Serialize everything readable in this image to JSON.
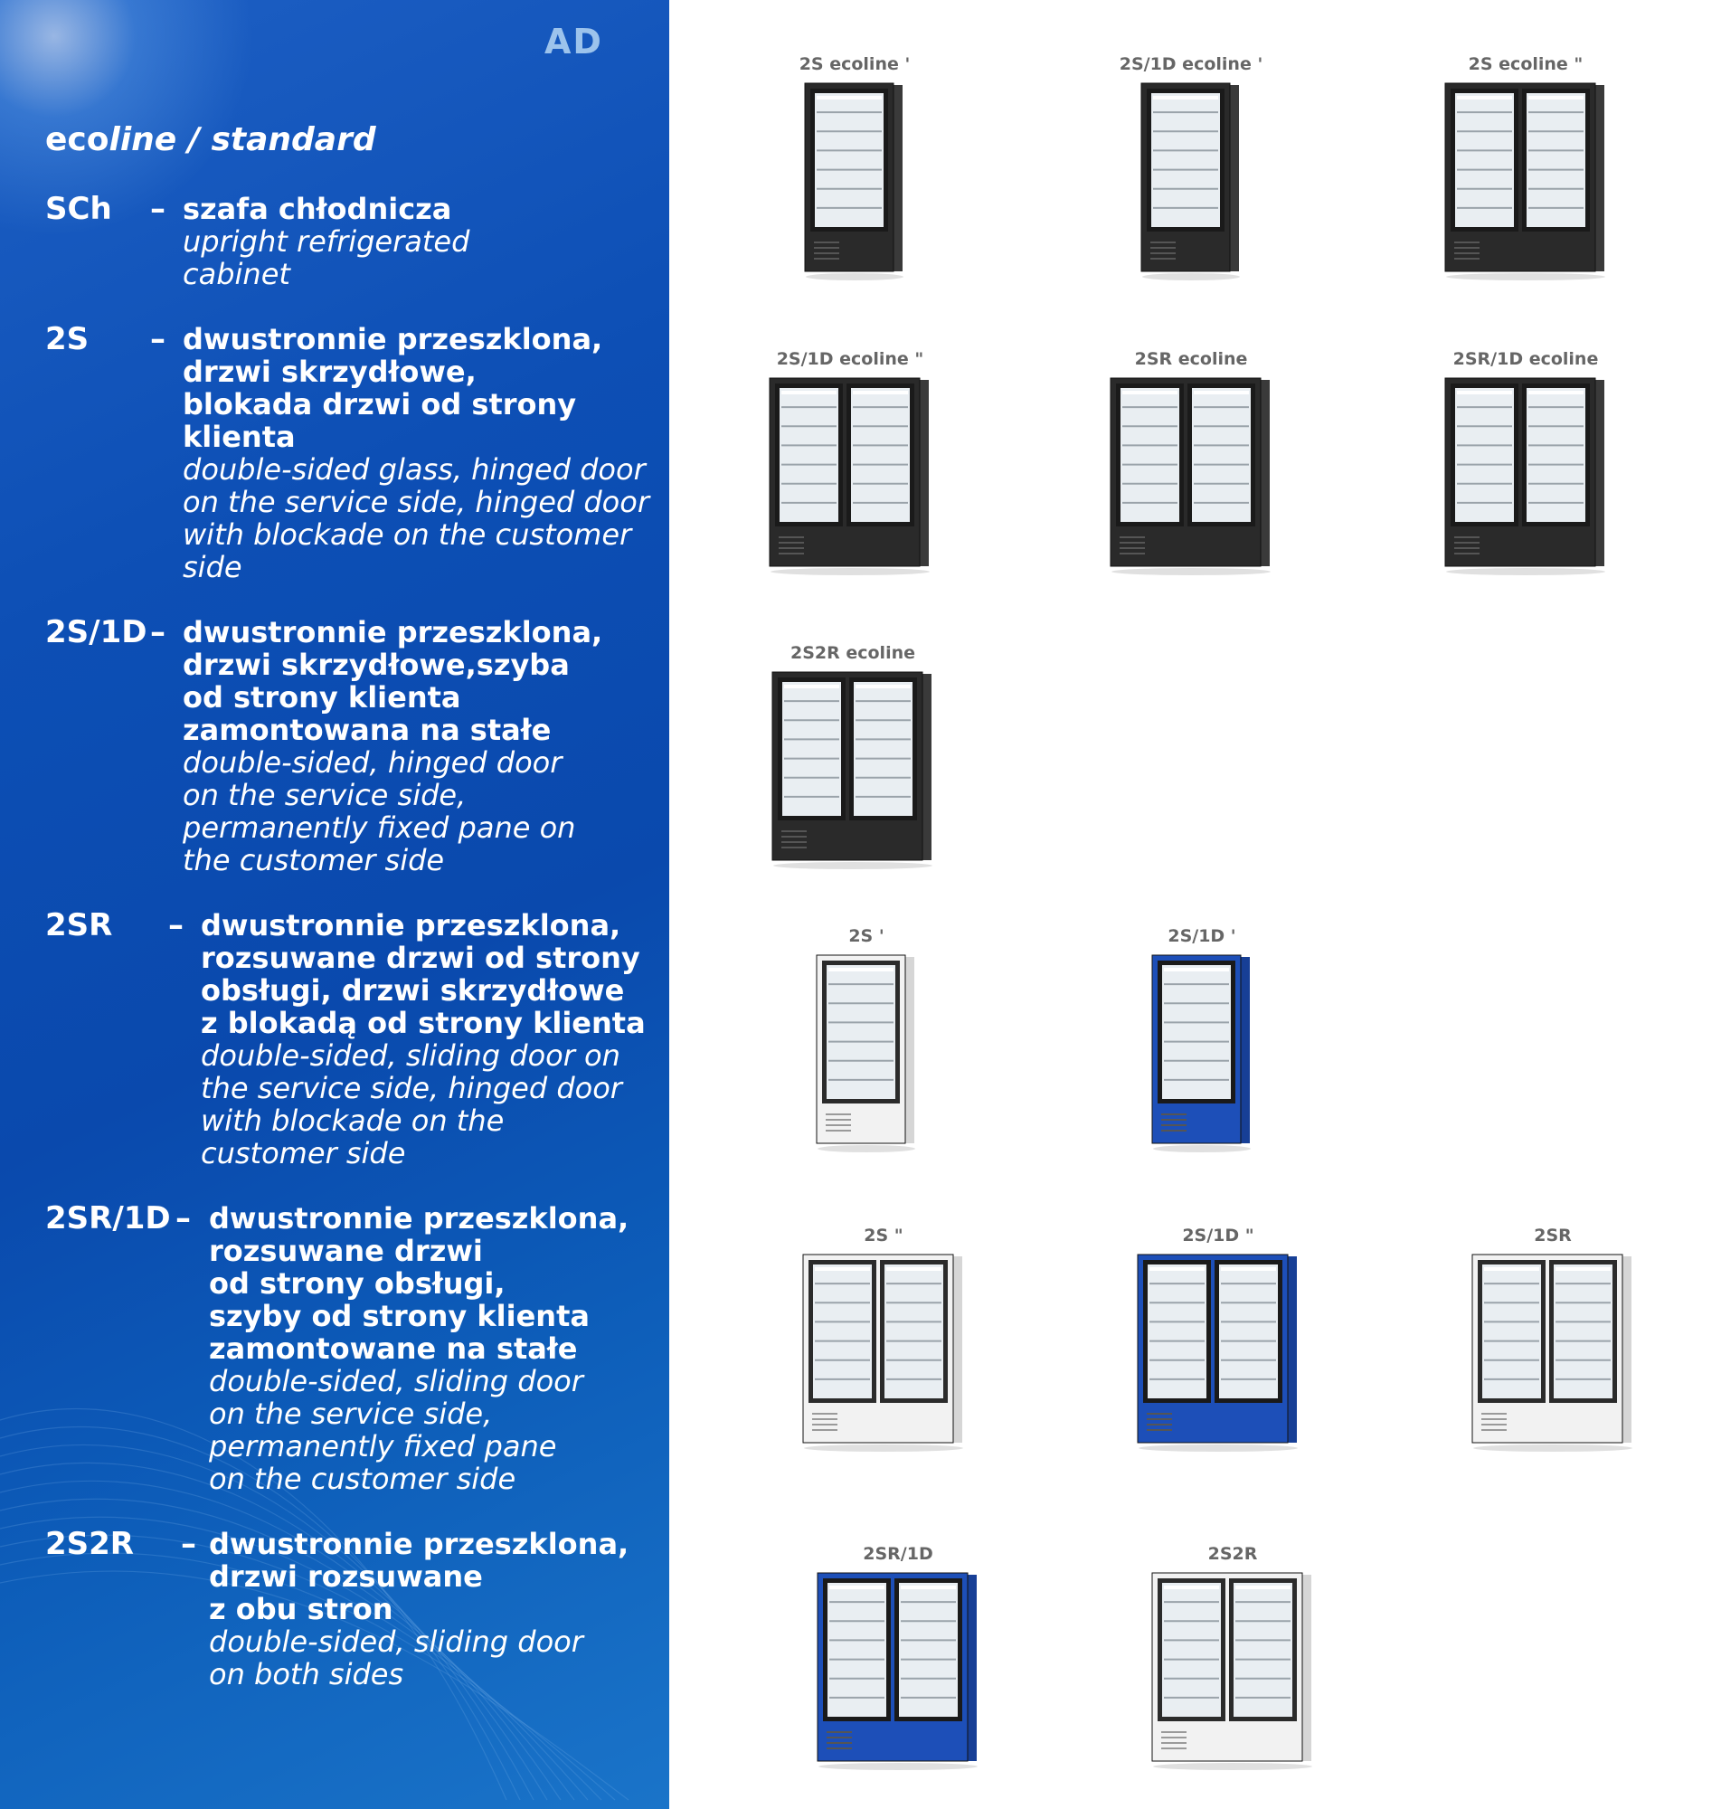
{
  "header": {
    "ad_label": "AD"
  },
  "series_title": {
    "eco": "eco",
    "line": "line",
    "rest": " / standard"
  },
  "definitions": [
    {
      "code": "SCh",
      "dash": "–",
      "pl": "szafa chłodnicza",
      "en": "upright refrigerated\ncabinet"
    },
    {
      "code": "2S",
      "dash": "–",
      "pl": "dwustronnie przeszklona,\ndrzwi skrzydłowe,\nblokada drzwi od strony\nklienta",
      "en": "double-sided glass, hinged door\non the service side, hinged door\nwith blockade on the customer\nside"
    },
    {
      "code": "2S/1D",
      "dash": "–",
      "pl": "dwustronnie przeszklona,\ndrzwi skrzydłowe,szyba\nod strony klienta\nzamontowana na stałe",
      "en": "double-sided, hinged door\non the service side,\npermanently fixed pane on\nthe customer side"
    },
    {
      "code": "2SR",
      "dash": "–",
      "pl": "dwustronnie przeszklona,\nrozsuwane drzwi od strony\nobsługi, drzwi skrzydłowe\nz blokadą od strony klienta",
      "en": "double-sided, sliding door on\nthe service side, hinged door\nwith blockade on the\ncustomer side"
    },
    {
      "code": "2SR/1D",
      "dash": "–",
      "pl": "dwustronnie przeszklona,\nrozsuwane drzwi\nod strony obsługi,\nszyby od strony klienta\nzamontowane na stałe",
      "en": "double-sided, sliding door\non the service side,\npermanently fixed pane\non the customer side"
    },
    {
      "code": "2S2R",
      "dash": "–",
      "pl": "dwustronnie przeszklona,\ndrzwi rozsuwane\nz obu stron",
      "en": "double-sided, sliding door\non both sides"
    }
  ],
  "products": [
    {
      "label": "2S ecoline '",
      "doors": 1,
      "body": "black"
    },
    {
      "label": "2S/1D ecoline '",
      "doors": 1,
      "body": "black"
    },
    {
      "label": "2S ecoline \"",
      "doors": 2,
      "body": "black"
    },
    {
      "label": "2S/1D ecoline \"",
      "doors": 2,
      "body": "black"
    },
    {
      "label": "2SR ecoline",
      "doors": 2,
      "body": "black"
    },
    {
      "label": "2SR/1D ecoline",
      "doors": 2,
      "body": "black"
    },
    {
      "label": "2S2R ecoline",
      "doors": 2,
      "body": "black"
    },
    {
      "label": "2S '",
      "doors": 1,
      "body": "white"
    },
    {
      "label": "2S/1D '",
      "doors": 1,
      "body": "blue"
    },
    {
      "label": "2S \"",
      "doors": 2,
      "body": "white"
    },
    {
      "label": "2S/1D \"",
      "doors": 2,
      "body": "blue"
    },
    {
      "label": "2SR",
      "doors": 2,
      "body": "white"
    },
    {
      "label": "2SR/1D",
      "doors": 2,
      "body": "blue"
    },
    {
      "label": "2S2R",
      "doors": 2,
      "body": "white"
    }
  ],
  "colors": {
    "panel_blue": "#0a49ad",
    "accent_blue": "#1d4fb8",
    "label_gray": "#666666"
  }
}
